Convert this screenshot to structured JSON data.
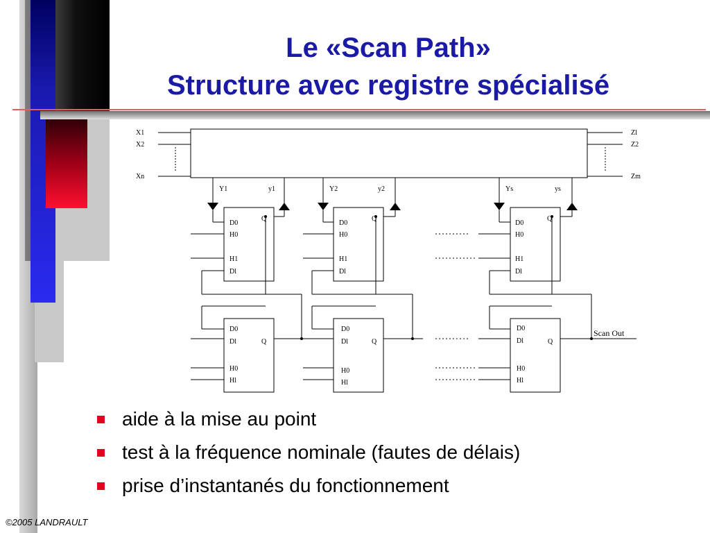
{
  "slide": {
    "title_line1": "Le «Scan Path»",
    "title_line2": "Structure avec registre spécialisé",
    "bullets": [
      "aide à la mise au point",
      "test à la fréquence nominale (fautes de délais)",
      "prise d’instantanés du fonctionnement"
    ],
    "footer": "©2005 LANDRAULT"
  },
  "diagram": {
    "inputs": [
      "X1",
      "X2",
      "Xn"
    ],
    "outputs": [
      "Zl",
      "Z2",
      "Zm"
    ],
    "state_labels": [
      "Y1",
      "y1",
      "Y2",
      "y2",
      "Ys",
      "ys"
    ],
    "top_ff_ports": [
      "D0",
      "H0",
      "H1",
      "Dl",
      "Q"
    ],
    "bottom_ff_ports": [
      "D0",
      "Dl",
      "H0",
      "Hl",
      "Q"
    ],
    "scan_out": "Scan Out"
  },
  "colors": {
    "title": "#1a1aa6",
    "bullet": "#e8001f",
    "deco_blue": "#2020e0",
    "deco_red": "#e8001f"
  }
}
